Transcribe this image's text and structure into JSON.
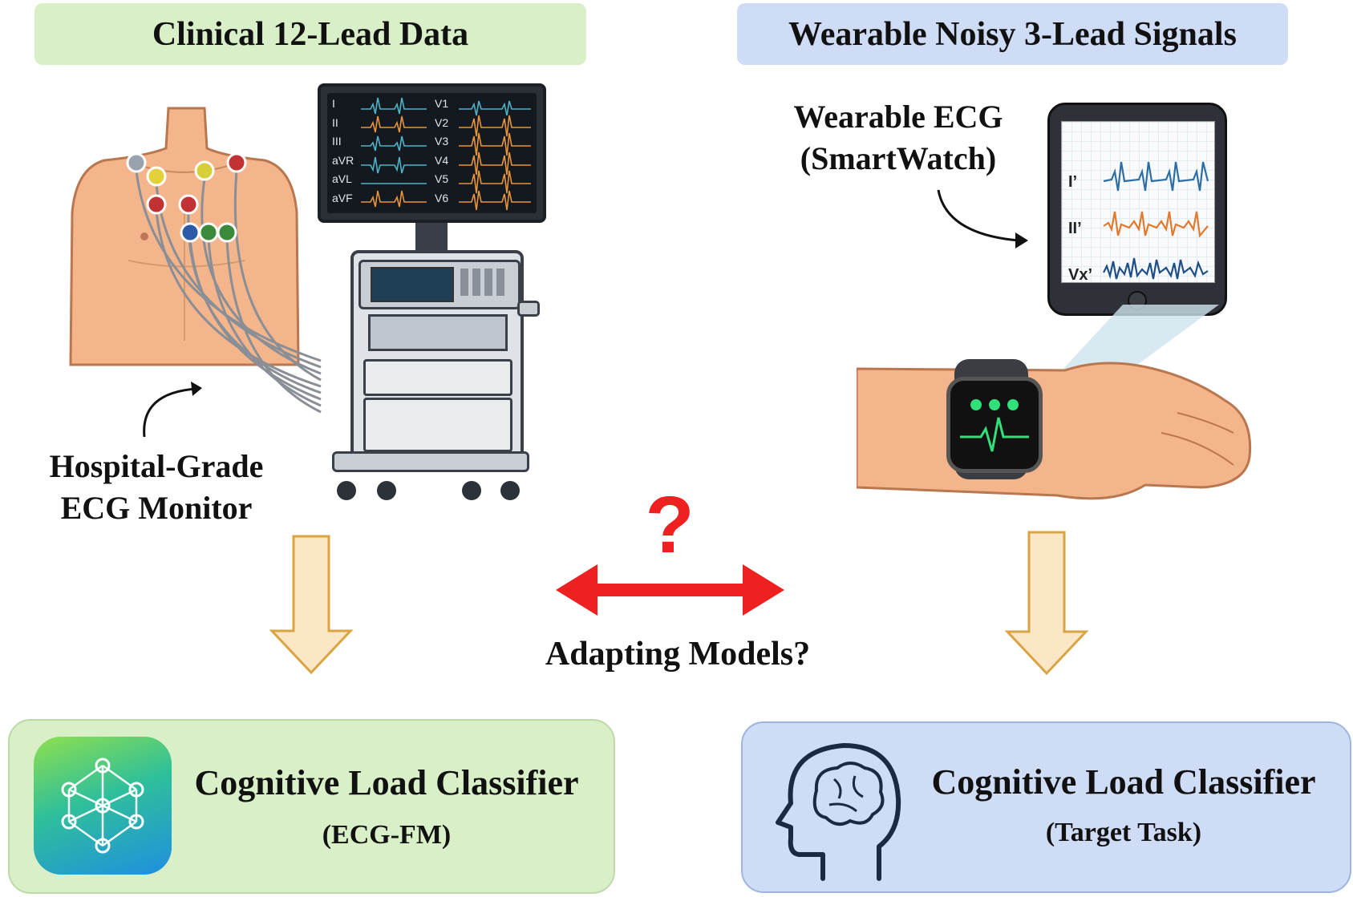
{
  "headers": {
    "clinical": "Clinical 12-Lead Data",
    "wearable": "Wearable Noisy 3-Lead Signals"
  },
  "clinical_monitor": {
    "caption_line1": "Hospital-Grade",
    "caption_line2": "ECG Monitor",
    "limb_leads": [
      "I",
      "II",
      "III",
      "aVR",
      "aVL",
      "aVF"
    ],
    "chest_leads": [
      "V1",
      "V2",
      "V3",
      "V4",
      "V5",
      "V6"
    ]
  },
  "wearable_device": {
    "caption_line1": "Wearable ECG",
    "caption_line2": "(SmartWatch)",
    "leads": [
      "I’",
      "II’",
      "Vx’"
    ]
  },
  "center": {
    "question_mark": "?",
    "label": "Adapting Models?"
  },
  "source_box": {
    "title": "Cognitive Load Classifier",
    "subtitle": "(ECG-FM)"
  },
  "target_box": {
    "title": "Cognitive Load Classifier",
    "subtitle": "(Target Task)"
  },
  "colors": {
    "green_panel": "#d9efc7",
    "blue_panel": "#cfdcf6",
    "arrow_fill": "#fbe7c6",
    "arrow_stroke": "#d9a441",
    "double_arrow": "#ee2020"
  }
}
